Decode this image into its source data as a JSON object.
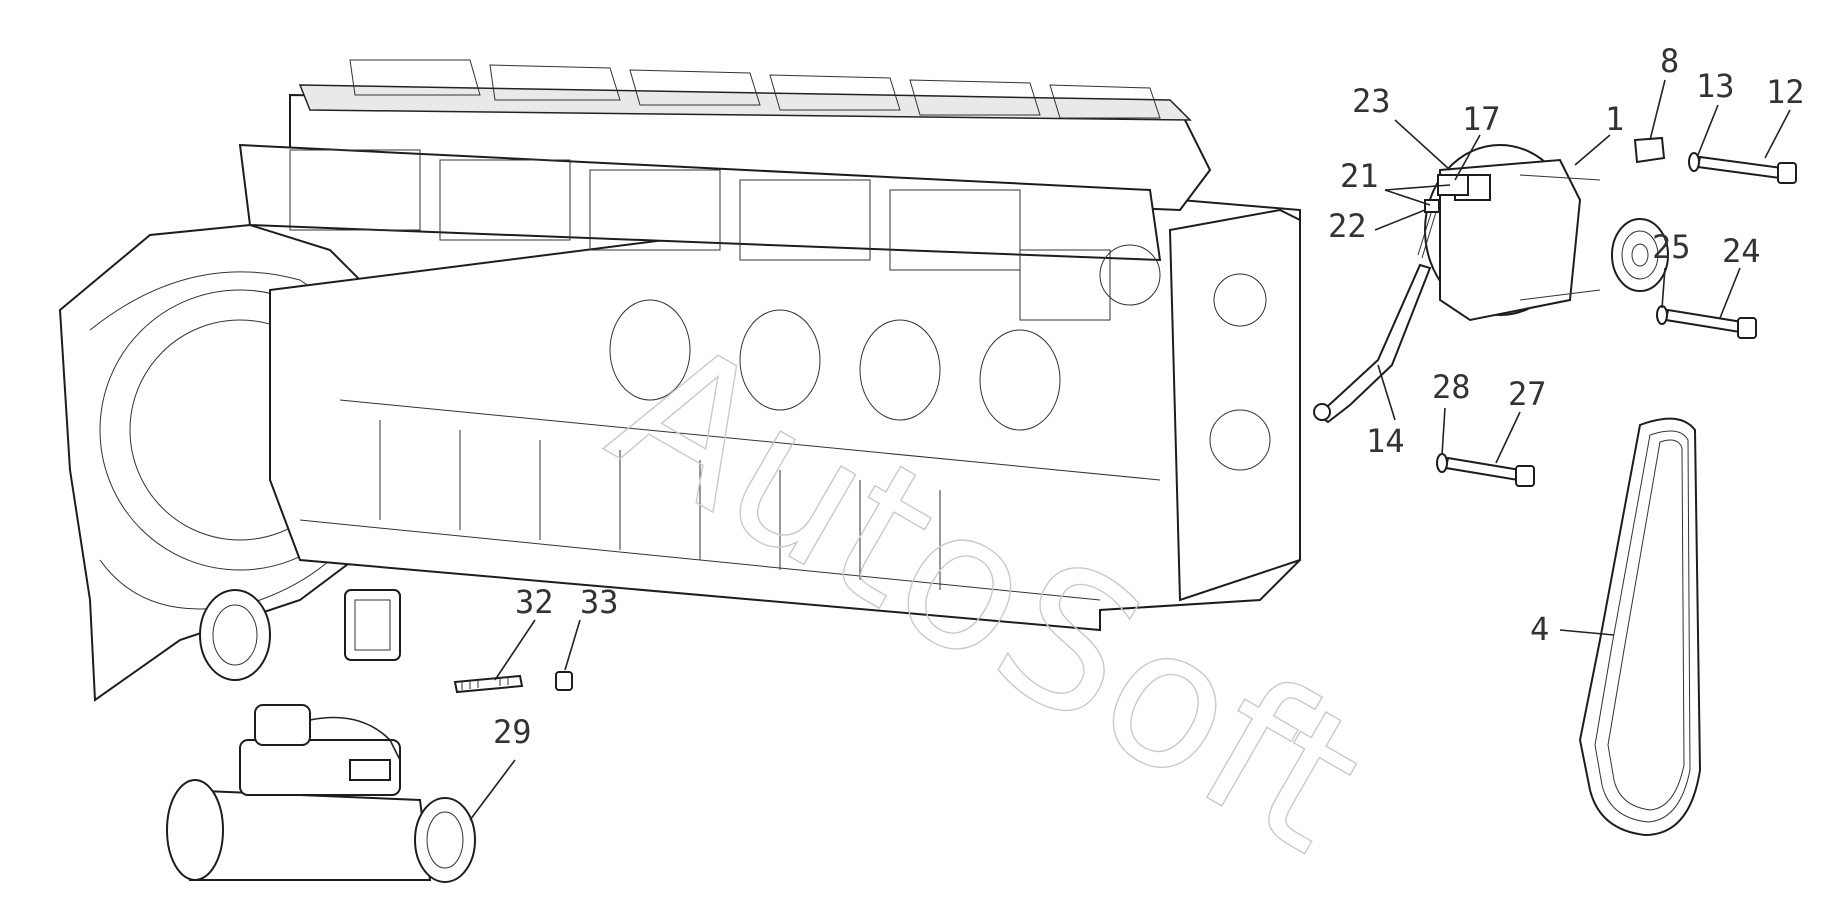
{
  "diagram": {
    "watermark": "AutoSoft",
    "callouts": {
      "c23": "23",
      "c17": "17",
      "c1": "1",
      "c8": "8",
      "c13": "13",
      "c12": "12",
      "c21": "21",
      "c22": "22",
      "c25": "25",
      "c24": "24",
      "c14": "14",
      "c28": "28",
      "c27": "27",
      "c4": "4",
      "c32": "32",
      "c33": "33",
      "c29": "29"
    }
  }
}
